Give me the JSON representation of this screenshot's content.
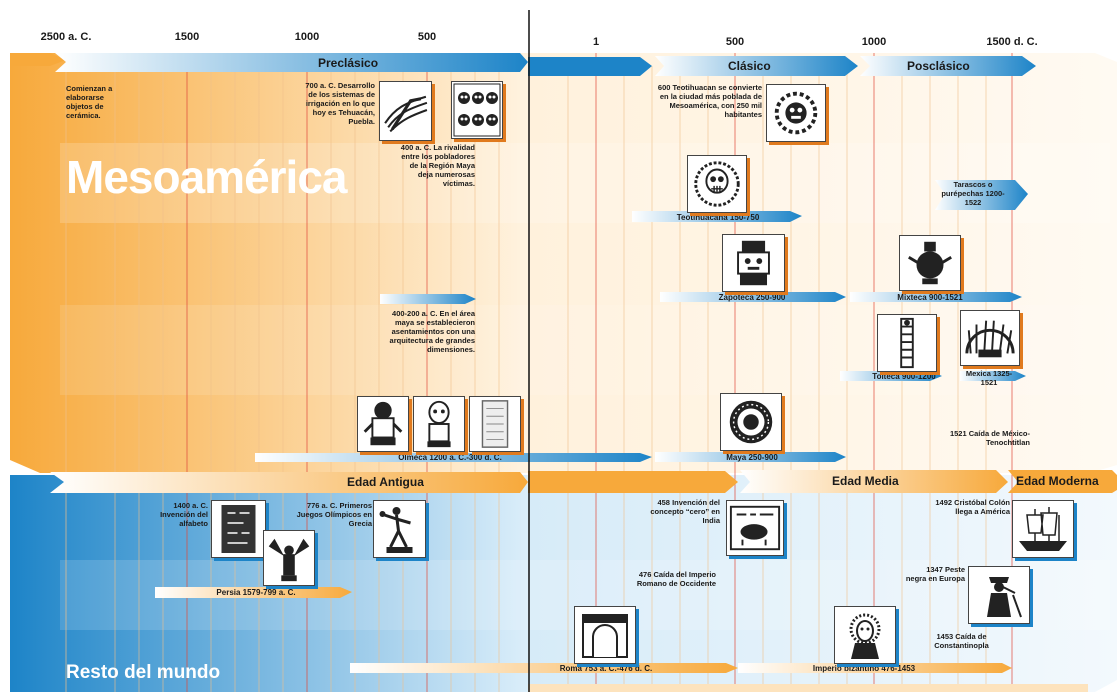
{
  "ticks_left": [
    "2500 a. C.",
    "1500",
    "1000",
    "500"
  ],
  "ticks_right": [
    "1",
    "500",
    "1000",
    "1500 d. C."
  ],
  "titles": {
    "meso": "Mesoamérica",
    "world": "Resto del mundo"
  },
  "periods_meso": {
    "preclasico": "Preclásico",
    "clasico": "Clásico",
    "posclasico": "Posclásico"
  },
  "periods_world": {
    "antigua": "Edad Antigua",
    "media": "Edad Media",
    "moderna": "Edad Moderna"
  },
  "notes": {
    "ceramica": "Comienzan a elaborarse objetos de cerámica.",
    "irrigacion": "700 a. C. Desarrollo de los sistemas de irrigación en lo que hoy es Tehuacán, Puebla.",
    "rivalidad": "400 a. C. La rivalidad entre los pobladores de la Región Maya deja numerosas víctimas.",
    "maya_area": "400-200 a. C. En el área maya se establecieron asentamientos con una arquitectura de grandes dimensiones.",
    "teotihuacan_600": "600 Teotihuacan se convierte en la ciudad más poblada de Mesoamérica, con 250 mil habitantes",
    "tarascos": "Tarascos o purépechas 1200-1522",
    "mexica": "Mexica 1325-1521",
    "caida_mexico": "1521 Caída de México-Tenochtitlan",
    "alfabeto": "1400 a. C. Invención del alfabeto",
    "olimpicos": "776 a. C. Primeros Juegos Olímpicos en Grecia",
    "cero": "458 Invención del concepto “cero” en India",
    "colon": "1492 Cristóbal Colón llega a América",
    "roma_caida": "476 Caída del Imperio Romano de Occidente",
    "peste": "1347 Peste negra en Europa",
    "constantinopla": "1453 Caída de Constantinopla"
  },
  "bars": {
    "olmeca": "Olmeca 1200 a. C.-300 d. C.",
    "teotihuacana": "Teotihuacana 150-750",
    "zapoteca": "Zapoteca 250-900",
    "mixteca": "Mixteca 900-1521",
    "tolteca": "Tolteca 900-1200",
    "maya": "Maya 250-900",
    "persia": "Persia 1579-799 a. C.",
    "roma": "Roma 753 a. C.-476 d. C.",
    "bizantino": "Imperio bizantino 476-1453"
  },
  "colors": {
    "orange": "#f7a93b",
    "blue": "#1d84c8",
    "light_orange": "#fde3bd",
    "light_blue": "#bfe0f5",
    "red_line": "#e0493a"
  }
}
